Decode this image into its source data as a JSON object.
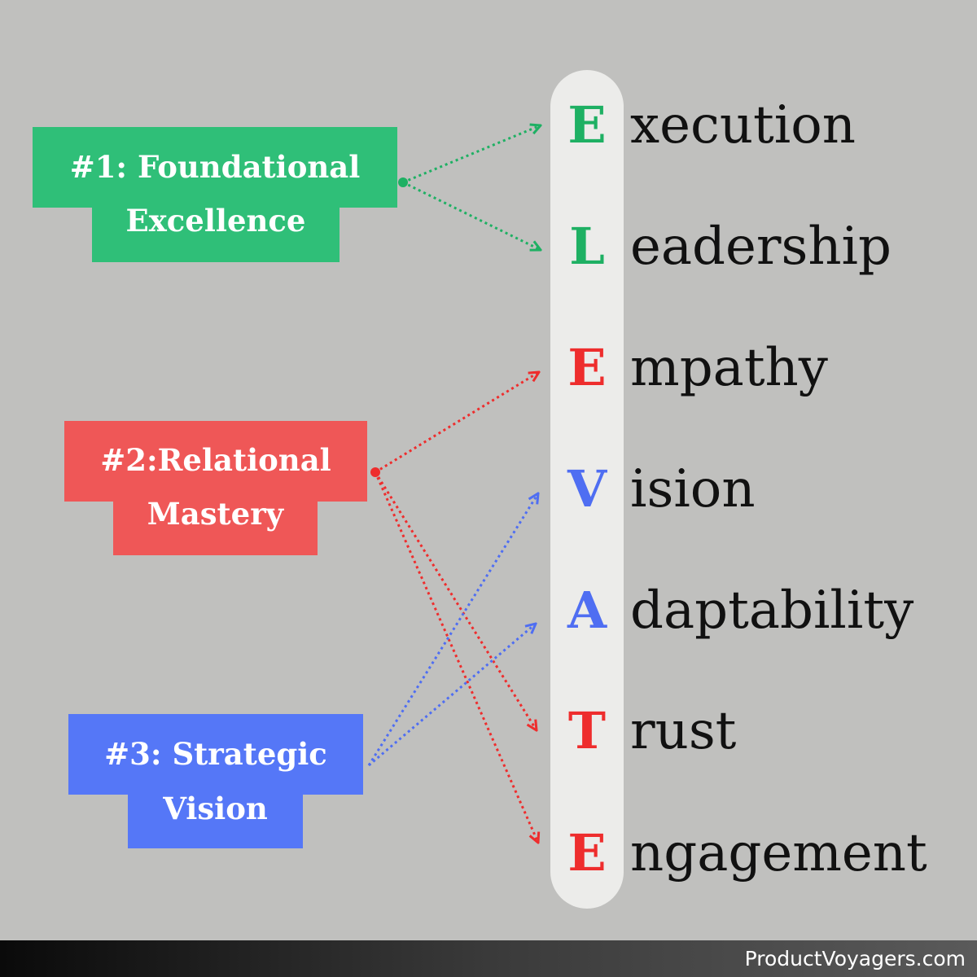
{
  "categories": [
    {
      "line1": "#1: Foundational",
      "line2": "Excellence",
      "color": "#2fbf78"
    },
    {
      "line1": "#2:Relational",
      "line2": "Mastery",
      "color": "#ef5757"
    },
    {
      "line1": "#3: Strategic",
      "line2": "Vision",
      "color": "#5577f7"
    }
  ],
  "acronym": [
    {
      "letter": "E",
      "rest": "xecution",
      "color": "#1eb063"
    },
    {
      "letter": "L",
      "rest": "eadership",
      "color": "#1eb063"
    },
    {
      "letter": "E",
      "rest": "mpathy",
      "color": "#ee2d2d"
    },
    {
      "letter": "V",
      "rest": "ision",
      "color": "#4f6ef2"
    },
    {
      "letter": "A",
      "rest": "daptability",
      "color": "#4f6ef2"
    },
    {
      "letter": "T",
      "rest": "rust",
      "color": "#ee2d2d"
    },
    {
      "letter": "E",
      "rest": "ngagement",
      "color": "#ee2d2d"
    }
  ],
  "footer": {
    "site": "ProductVoyagers.com"
  }
}
